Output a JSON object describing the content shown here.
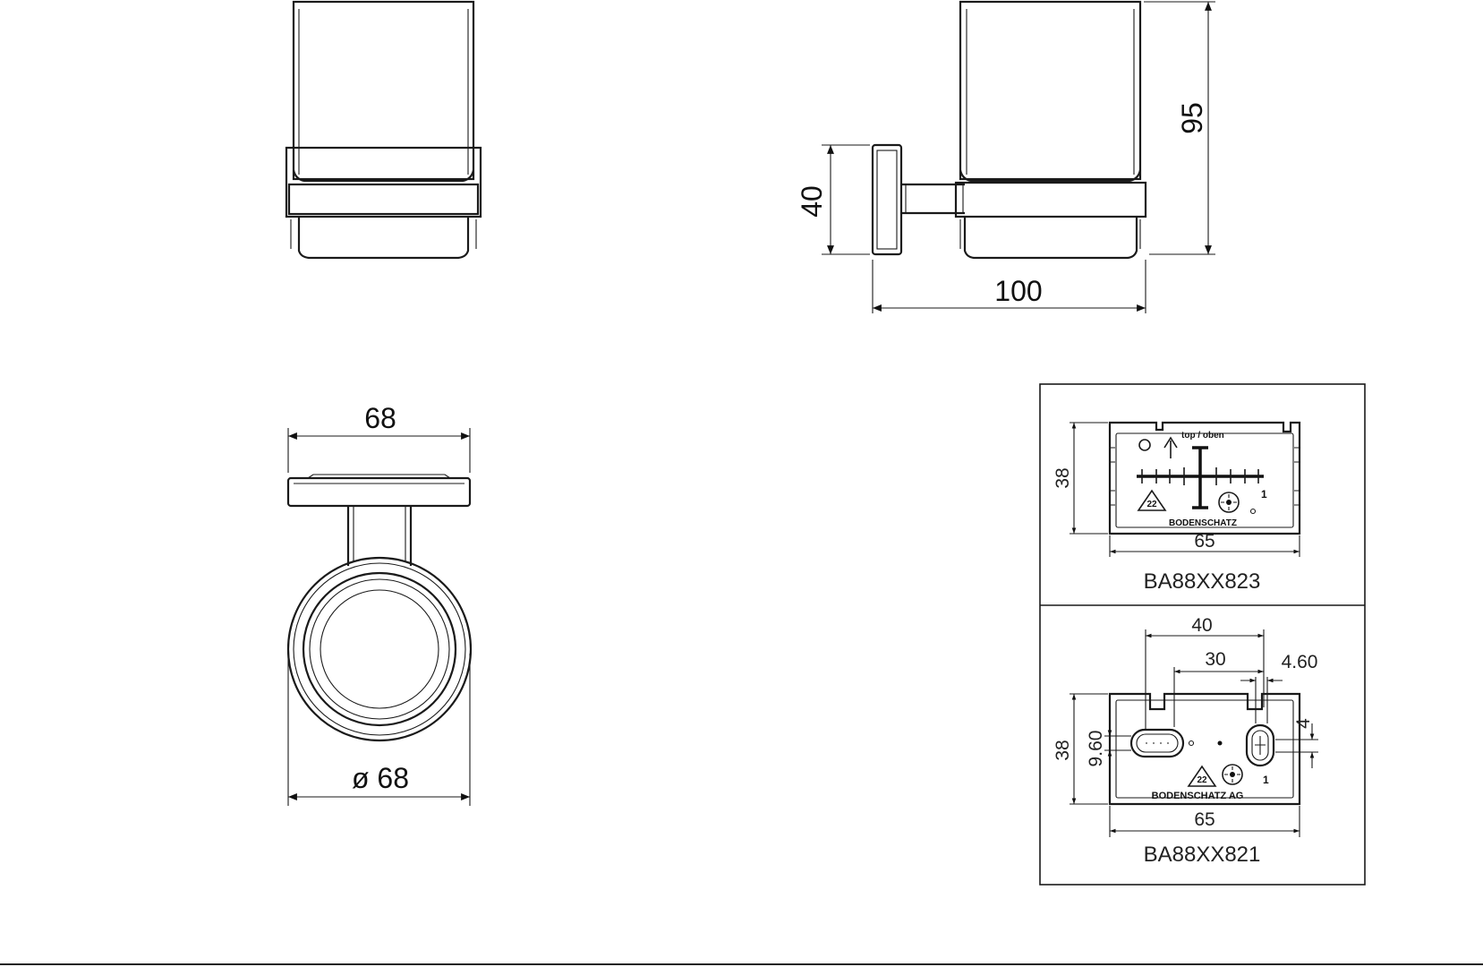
{
  "dimensions": {
    "height_total": "95",
    "height_wall_plate": "40",
    "depth_total": "100",
    "width_plate": "68",
    "diameter": "ø 68"
  },
  "detail_top": {
    "code": "BA88XX823",
    "height": "38",
    "width": "65",
    "arrow_label": "top / oben",
    "brand": "BODENSCHATZ",
    "marker": "1"
  },
  "detail_bottom": {
    "code": "BA88XX821",
    "height": "38",
    "width": "65",
    "dim_40": "40",
    "dim_30": "30",
    "dim_460": "4.60",
    "dim_4": "4",
    "dim_960": "9.60",
    "brand": "BODENSCHATZ AG",
    "marker": "1"
  }
}
